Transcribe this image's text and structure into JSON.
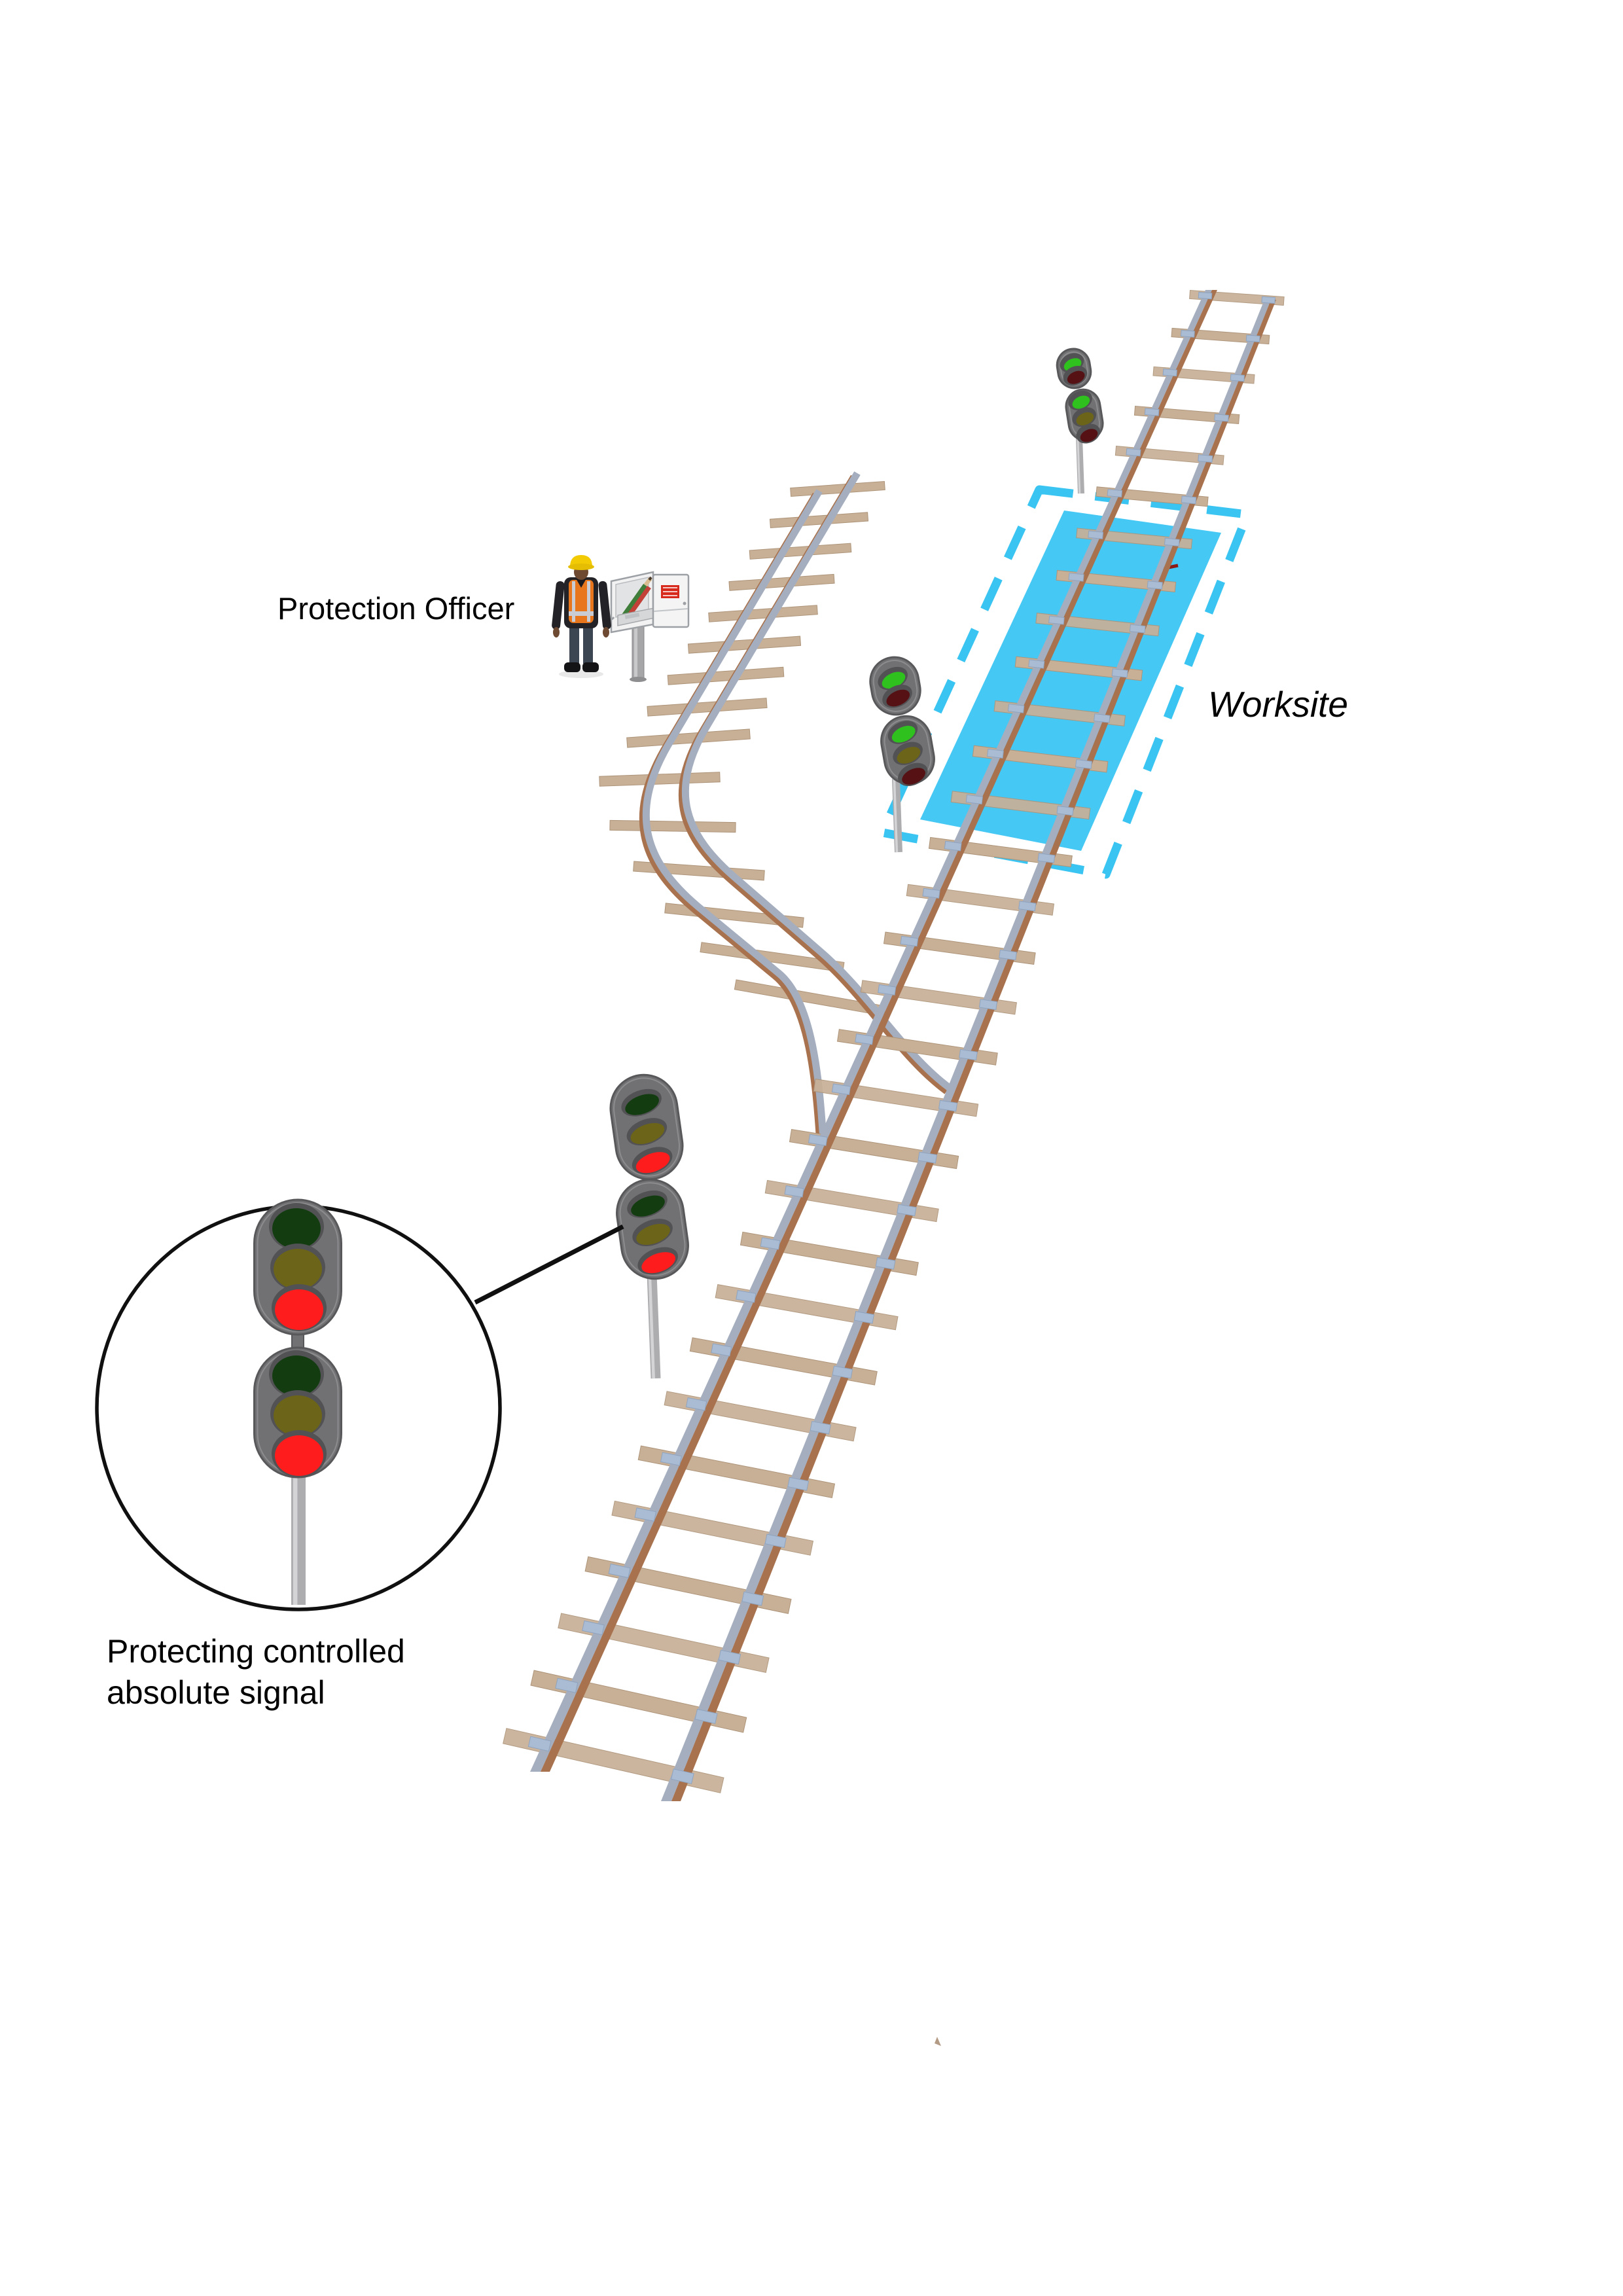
{
  "page": {
    "background": "#ffffff"
  },
  "labels": {
    "protection_officer": "Protection Officer",
    "worksite": "Worksite",
    "protecting_line1": "Protecting controlled",
    "protecting_line2": "absolute signal"
  },
  "colors": {
    "worksite_fill": "#46C8F4",
    "worksite_border": "#39C4F2",
    "sleeper": "#C8B097",
    "sleeper_edge": "#AD9479",
    "rail_steel": "#A5AEBE",
    "rail_rust": "#A8724E",
    "baseplate": "#A9BCD4",
    "baseplate_edge": "#8FA3BE",
    "signal_housing": "#717174",
    "signal_housing_edge": "#58585B",
    "signal_visor": "#525255",
    "signal_pole": "#ADADB0",
    "signal_pole_light": "#D4D4D6",
    "lens_green_lit": "#2FC11E",
    "lens_green_unlit": "#133D11",
    "lens_yellow_unlit": "#6C6418",
    "lens_red_unlit": "#551114",
    "lens_red_lit": "#FF1C1C",
    "callout_stroke": "#101010",
    "officer_jacket": "#232327",
    "officer_vest": "#E8761C",
    "officer_vest_stripe": "#C9CDD3",
    "officer_hat": "#F2CB05",
    "officer_skin": "#6F4A33",
    "officer_jeans": "#3C4552",
    "cabinet_body": "#F2F2F3",
    "cabinet_edge": "#9DA0A4",
    "cabinet_label_red": "#D8291D",
    "lever_green": "#3E7D3A",
    "lever_red": "#C24038",
    "glitch_red": "#8D1B15"
  },
  "signals": [
    {
      "id": "exit-signal",
      "heads": [
        [
          "green-lit",
          "red-unlit"
        ],
        [
          "green-lit",
          "yellow-unlit",
          "red-unlit"
        ]
      ]
    },
    {
      "id": "worksite-entry-signal",
      "heads": [
        [
          "green-lit",
          "red-unlit"
        ],
        [
          "green-lit",
          "yellow-unlit",
          "red-unlit"
        ]
      ]
    },
    {
      "id": "protecting-signal",
      "heads": [
        [
          "green-unlit",
          "yellow-unlit",
          "red-lit"
        ],
        [
          "green-unlit",
          "yellow-unlit",
          "red-lit"
        ]
      ]
    },
    {
      "id": "magnified-protecting-signal",
      "heads": [
        [
          "green-unlit",
          "yellow-unlit",
          "red-lit"
        ],
        [
          "green-unlit",
          "yellow-unlit",
          "red-lit"
        ]
      ]
    }
  ]
}
